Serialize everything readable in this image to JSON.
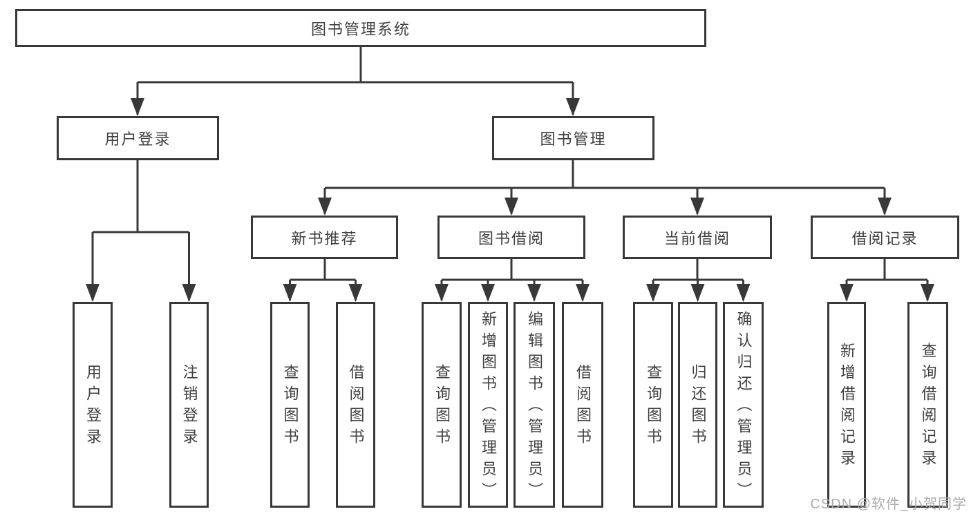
{
  "diagram": {
    "type": "tree",
    "nodes": {
      "root": {
        "label": "图书管理系统"
      },
      "user_login": {
        "label": "用户登录"
      },
      "book_mgmt": {
        "label": "图书管理"
      },
      "new_book_rec": {
        "label": "新书推荐"
      },
      "book_borrow": {
        "label": "图书借阅"
      },
      "current_borrow": {
        "label": "当前借阅"
      },
      "borrow_records": {
        "label": "借阅记录"
      },
      "ul_user_login": {
        "label": "用户登录"
      },
      "ul_logout": {
        "label": "注销登录"
      },
      "nr_query_book": {
        "label": "查询图书"
      },
      "nr_borrow_book": {
        "label": "借阅图书"
      },
      "bb_query_book": {
        "label": "查询图书"
      },
      "bb_add_book": {
        "label": "新增图书（管理员）"
      },
      "bb_edit_book": {
        "label": "编辑图书（管理员）"
      },
      "bb_borrow_book": {
        "label": "借阅图书"
      },
      "cb_query_book": {
        "label": "查询图书"
      },
      "cb_return_book": {
        "label": "归还图书"
      },
      "cb_confirm": {
        "label": "确认归还（管理员）"
      },
      "br_add_record": {
        "label": "新增借阅记录"
      },
      "br_query_record": {
        "label": "查询借阅记录"
      }
    },
    "edges": [
      [
        "root",
        "user_login"
      ],
      [
        "root",
        "book_mgmt"
      ],
      [
        "user_login",
        "ul_user_login"
      ],
      [
        "user_login",
        "ul_logout"
      ],
      [
        "book_mgmt",
        "new_book_rec"
      ],
      [
        "book_mgmt",
        "book_borrow"
      ],
      [
        "book_mgmt",
        "current_borrow"
      ],
      [
        "book_mgmt",
        "borrow_records"
      ],
      [
        "new_book_rec",
        "nr_query_book"
      ],
      [
        "new_book_rec",
        "nr_borrow_book"
      ],
      [
        "book_borrow",
        "bb_query_book"
      ],
      [
        "book_borrow",
        "bb_add_book"
      ],
      [
        "book_borrow",
        "bb_edit_book"
      ],
      [
        "book_borrow",
        "bb_borrow_book"
      ],
      [
        "current_borrow",
        "cb_query_book"
      ],
      [
        "current_borrow",
        "cb_return_book"
      ],
      [
        "current_borrow",
        "cb_confirm"
      ],
      [
        "borrow_records",
        "br_add_record"
      ],
      [
        "borrow_records",
        "br_query_record"
      ]
    ]
  },
  "watermark": "CSDN @软件_小贺同学",
  "colors": {
    "line": "#383838",
    "text": "#404040",
    "watermark": "#ababab",
    "background": "#ffffff"
  }
}
